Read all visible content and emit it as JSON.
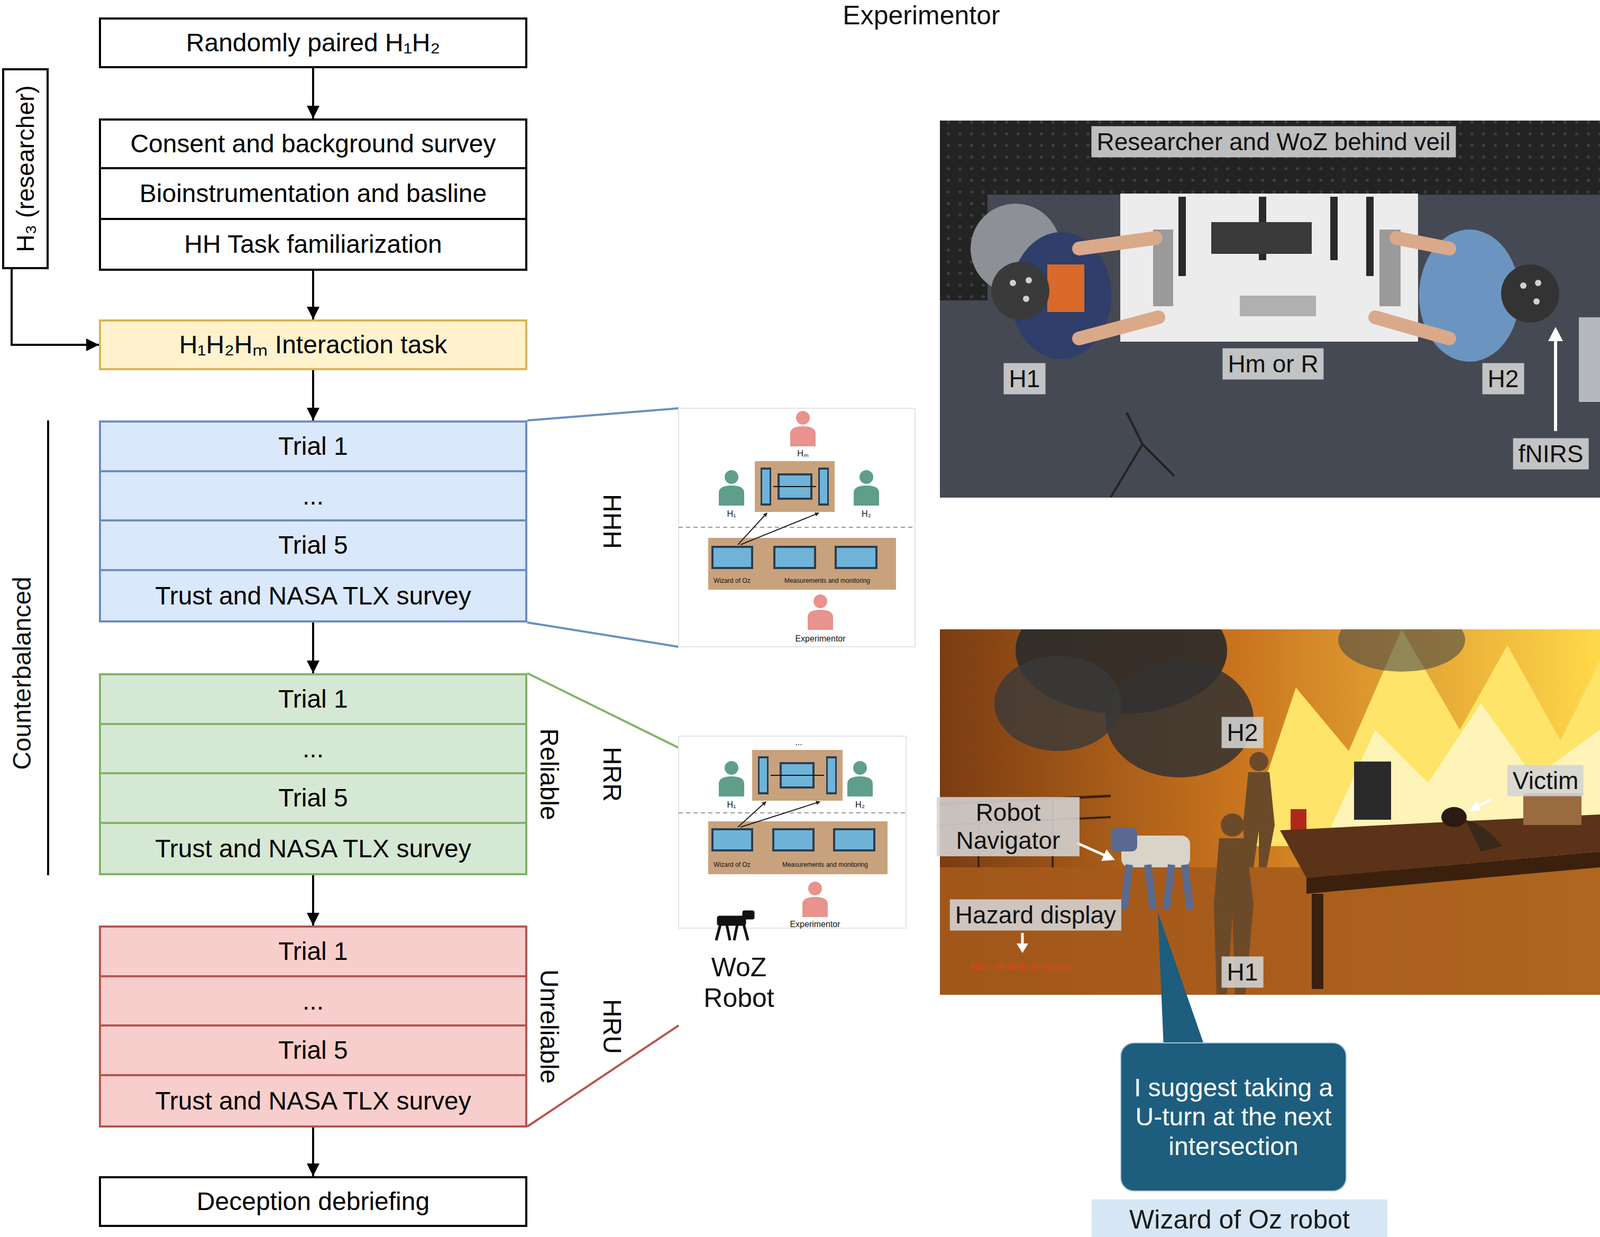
{
  "diagram": {
    "nodes": [
      {
        "text": [
          "Randomly paired H₁H₂"
        ]
      },
      {
        "text": [
          "H₃ (researcher)"
        ]
      },
      {
        "text": [
          "Consent and background survey"
        ]
      },
      {
        "text": [
          "Bioinstrumentation and basline"
        ]
      },
      {
        "text": [
          "HH Task familiarization"
        ]
      },
      {
        "text": [
          "H₁H₂Hₘ Interaction task"
        ]
      },
      {
        "text": [
          "HHH"
        ]
      },
      {
        "text": [
          "Trial 1"
        ],
        "in": 6
      },
      {
        "text": [
          "..."
        ],
        "in": 6
      },
      {
        "text": [
          "Trial 5"
        ],
        "in": 6
      },
      {
        "text": [
          "Trust and NASA TLX survey"
        ],
        "in": 6
      },
      {
        "text": [
          "Reliable",
          "HRR"
        ]
      },
      {
        "text": [
          "Trial 1"
        ],
        "in": 11
      },
      {
        "text": [
          "..."
        ],
        "in": 11
      },
      {
        "text": [
          "Trial 5"
        ],
        "in": 11
      },
      {
        "text": [
          "Trust and NASA TLX survey"
        ],
        "in": 11
      },
      {
        "text": [
          "Unreliable",
          "HRU"
        ]
      },
      {
        "text": [
          "Trial 1"
        ],
        "in": 16
      },
      {
        "text": [
          "..."
        ],
        "in": 16
      },
      {
        "text": [
          "Trial 5"
        ],
        "in": 16
      },
      {
        "text": [
          "Trust and NASA TLX survey"
        ],
        "in": 16
      },
      {
        "text": [
          "Deception debriefing"
        ]
      },
      {
        "text": [
          "I suggest taking a U-turn at the next intersection"
        ]
      },
      {
        "text": [
          "Wizard of Oz robot"
        ]
      }
    ],
    "edges": [
      {
        "from": 0,
        "to": 2,
        "arrow": "to"
      },
      {
        "from": 4,
        "to": 5,
        "arrow": "to"
      },
      {
        "from": 1,
        "to": 5,
        "arrow": "to"
      },
      {
        "from": 5,
        "to": 6,
        "arrow": "to"
      },
      {
        "from": 6,
        "to": 11,
        "arrow": "to"
      },
      {
        "from": 11,
        "to": 16,
        "arrow": "to"
      },
      {
        "from": 16,
        "to": 21,
        "arrow": "to"
      }
    ],
    "labels": [
      "Counterbalanced",
      "Experimentor",
      "Researcher and WoZ behind veil",
      "H1",
      "Hm or R",
      "H2",
      "fNIRS",
      "Hₘ",
      "H₁",
      "H₂",
      "Wizard of Oz",
      "Measurements and monitoring",
      "Experimentor",
      "...",
      "H₁",
      "H₂",
      "Wizard of Oz",
      "Measurements and monitoring",
      "Experimentor",
      "WoZ Robot",
      "H2",
      "Robot Navigator",
      "Victim",
      "Hazard display",
      "NOx: 49 Medium Hazard",
      "H1"
    ]
  }
}
